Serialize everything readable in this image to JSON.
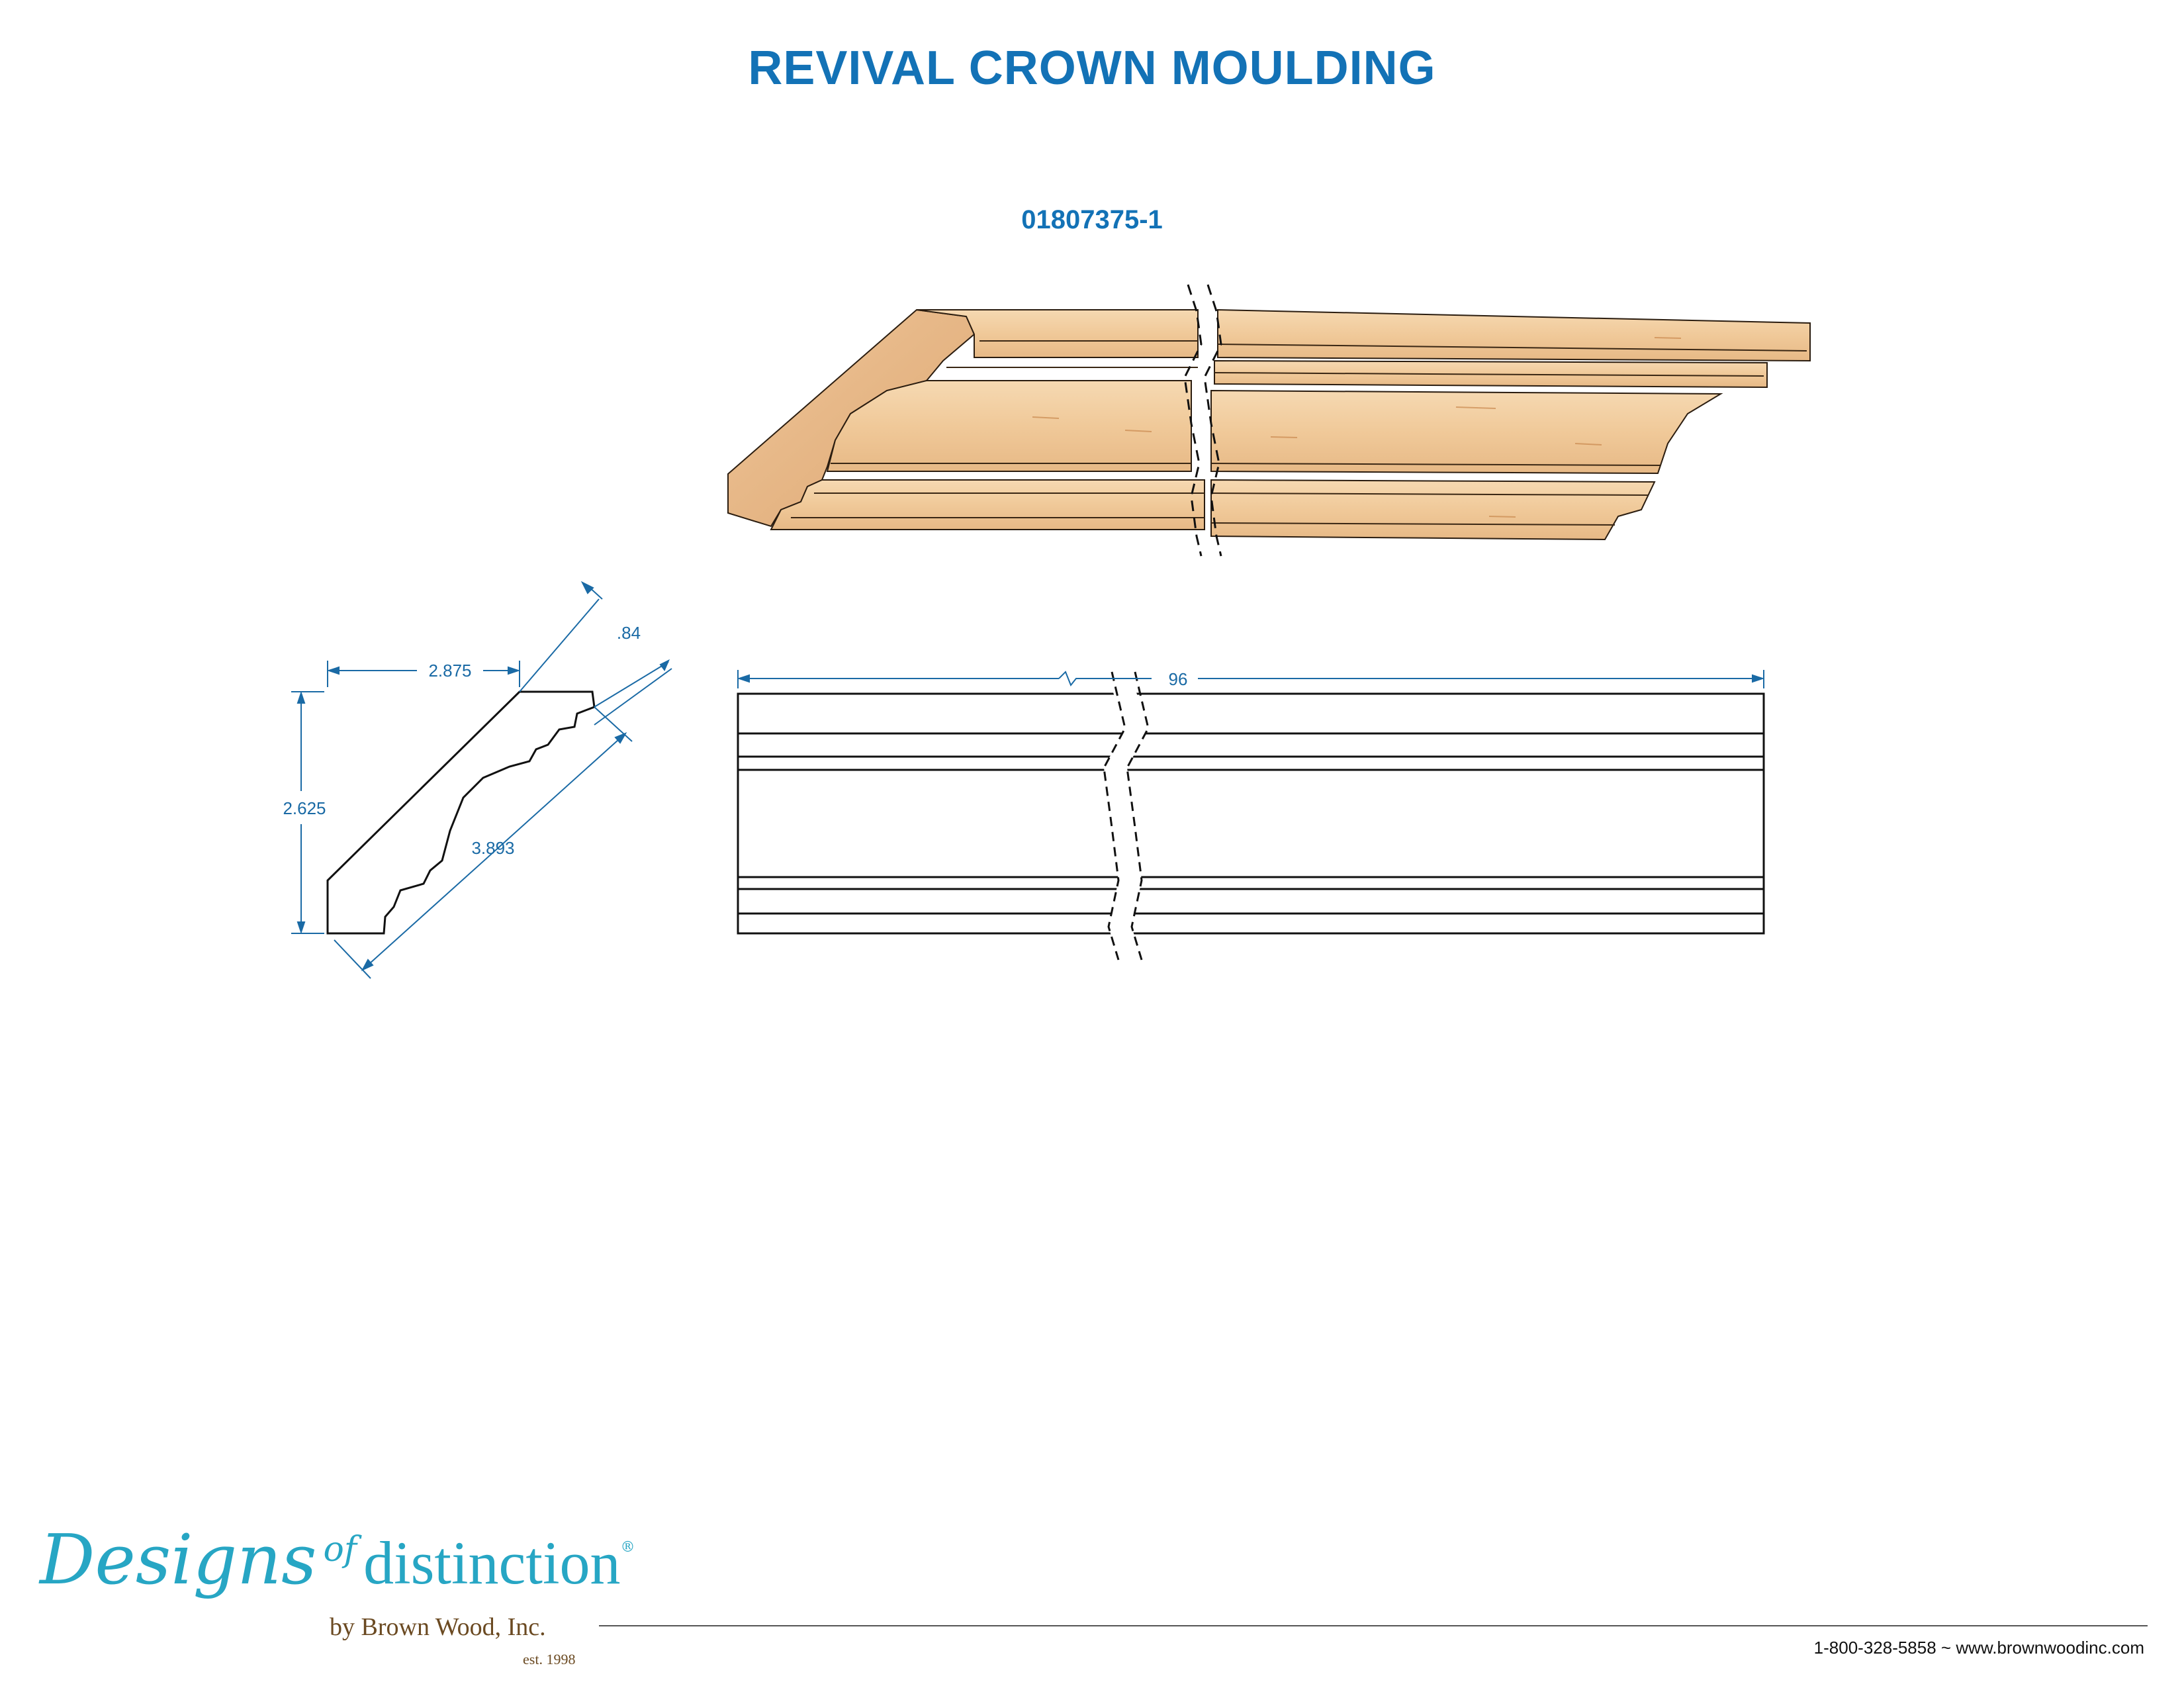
{
  "header": {
    "title": "REVIVAL CROWN MOULDING",
    "part_number": "01807375-1"
  },
  "profile_dimensions": {
    "width": "2.875",
    "height": "2.625",
    "depth": ".84",
    "face": "3.893"
  },
  "elevation_dimensions": {
    "length": "96"
  },
  "colors": {
    "title_blue": "#1372b6",
    "dimension_blue": "#1a6aa5",
    "wood_light": "#f2cfa3",
    "wood_dark": "#d9a874",
    "logo_teal": "#27a6c4",
    "logo_brown": "#6b4a22"
  },
  "logo": {
    "script": "Designs",
    "of": "of",
    "word": "distinction",
    "reg": "®",
    "by": "by Brown Wood, Inc.",
    "est": "est. 1998"
  },
  "footer": {
    "contact": "1-800-328-5858 ~ www.brownwoodinc.com"
  }
}
